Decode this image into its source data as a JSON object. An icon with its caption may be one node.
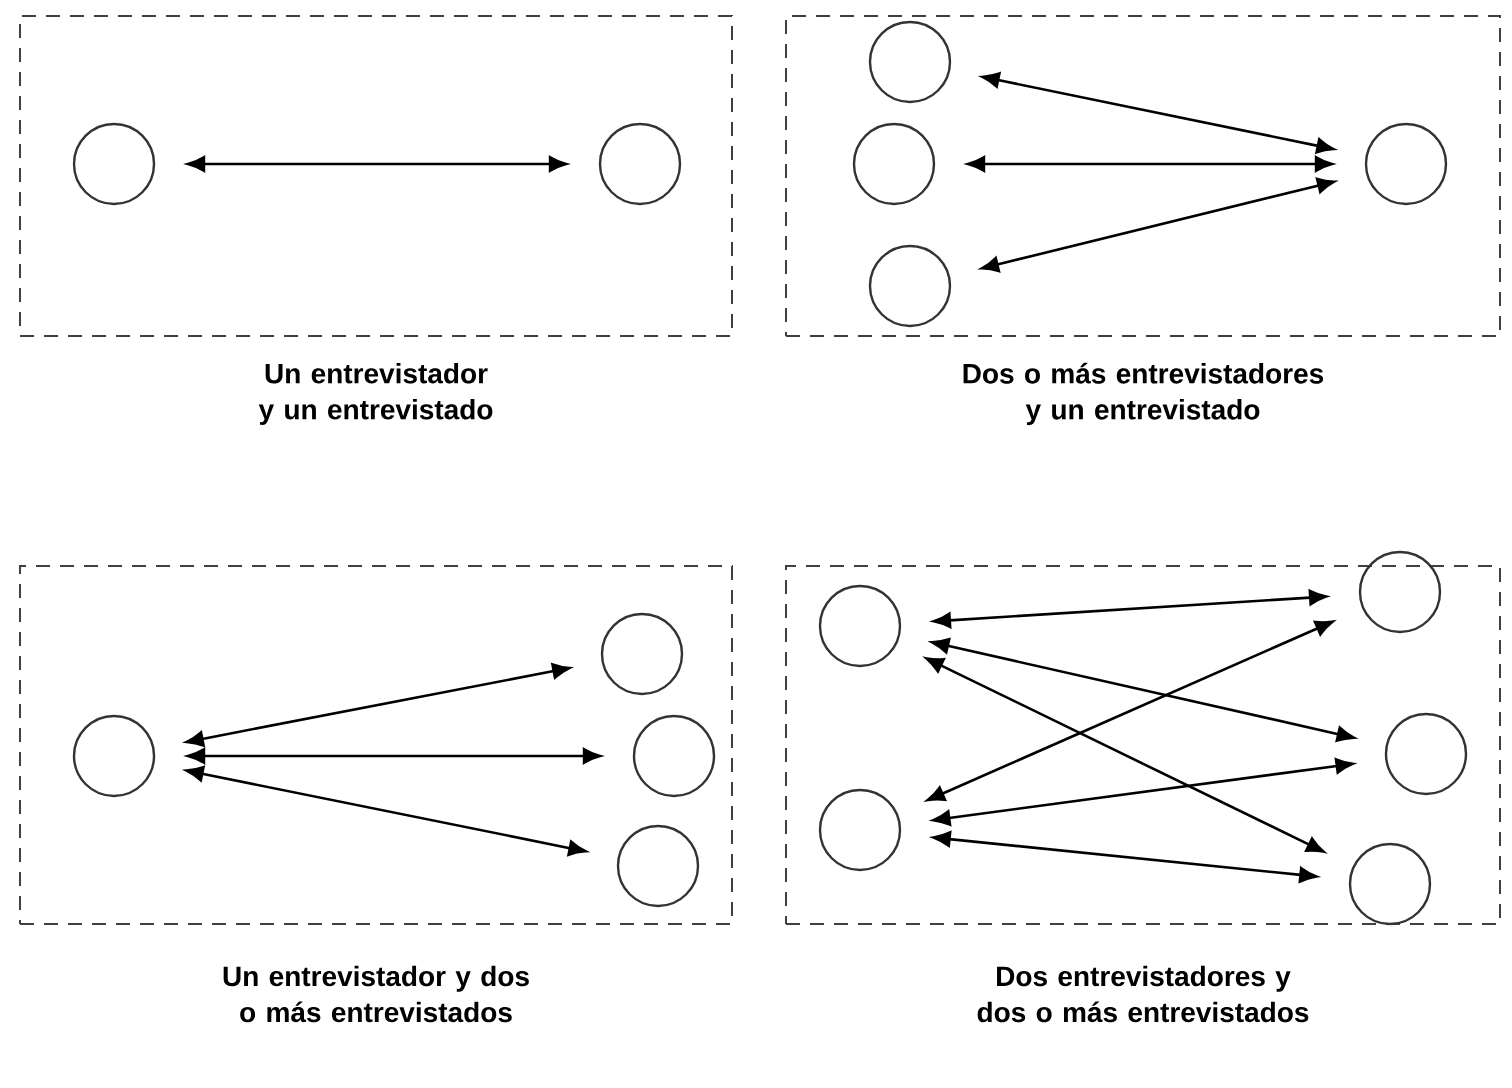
{
  "diagram": {
    "nodes": [
      {
        "text": [
          "Un entrevistador y un entrevistado"
        ]
      },
      {
        "text": [],
        "shape": "circle",
        "in": 0
      },
      {
        "text": [],
        "shape": "circle",
        "in": 0
      },
      {
        "text": [
          "Dos o más entrevistadores y un entrevistado"
        ]
      },
      {
        "text": [],
        "shape": "circle",
        "in": 3
      },
      {
        "text": [],
        "shape": "circle",
        "in": 3
      },
      {
        "text": [],
        "shape": "circle",
        "in": 3
      },
      {
        "text": [],
        "shape": "circle",
        "in": 3
      },
      {
        "text": [
          "Un entrevistador y dos o más entrevistados"
        ]
      },
      {
        "text": [],
        "shape": "circle",
        "in": 8
      },
      {
        "text": [],
        "shape": "circle",
        "in": 8
      },
      {
        "text": [],
        "shape": "circle",
        "in": 8
      },
      {
        "text": [],
        "shape": "circle",
        "in": 8
      },
      {
        "text": [
          "Dos entrevistadores y dos o más entrevistados"
        ]
      },
      {
        "text": [],
        "shape": "circle",
        "in": 13
      },
      {
        "text": [],
        "shape": "circle",
        "in": 13
      },
      {
        "text": [],
        "shape": "circle",
        "in": 13
      },
      {
        "text": [],
        "shape": "circle",
        "in": 13
      },
      {
        "text": [],
        "shape": "circle",
        "in": 13
      }
    ],
    "edges": [
      {
        "from": 1,
        "to": 2,
        "arrow": "both"
      },
      {
        "from": 4,
        "to": 7,
        "arrow": "both"
      },
      {
        "from": 5,
        "to": 7,
        "arrow": "both"
      },
      {
        "from": 6,
        "to": 7,
        "arrow": "both"
      },
      {
        "from": 9,
        "to": 10,
        "arrow": "both"
      },
      {
        "from": 9,
        "to": 11,
        "arrow": "both"
      },
      {
        "from": 9,
        "to": 12,
        "arrow": "both"
      },
      {
        "from": 14,
        "to": 16,
        "arrow": "both"
      },
      {
        "from": 14,
        "to": 17,
        "arrow": "both"
      },
      {
        "from": 14,
        "to": 18,
        "arrow": "both"
      },
      {
        "from": 15,
        "to": 16,
        "arrow": "both"
      },
      {
        "from": 15,
        "to": 17,
        "arrow": "both"
      },
      {
        "from": 15,
        "to": 18,
        "arrow": "both"
      }
    ]
  }
}
